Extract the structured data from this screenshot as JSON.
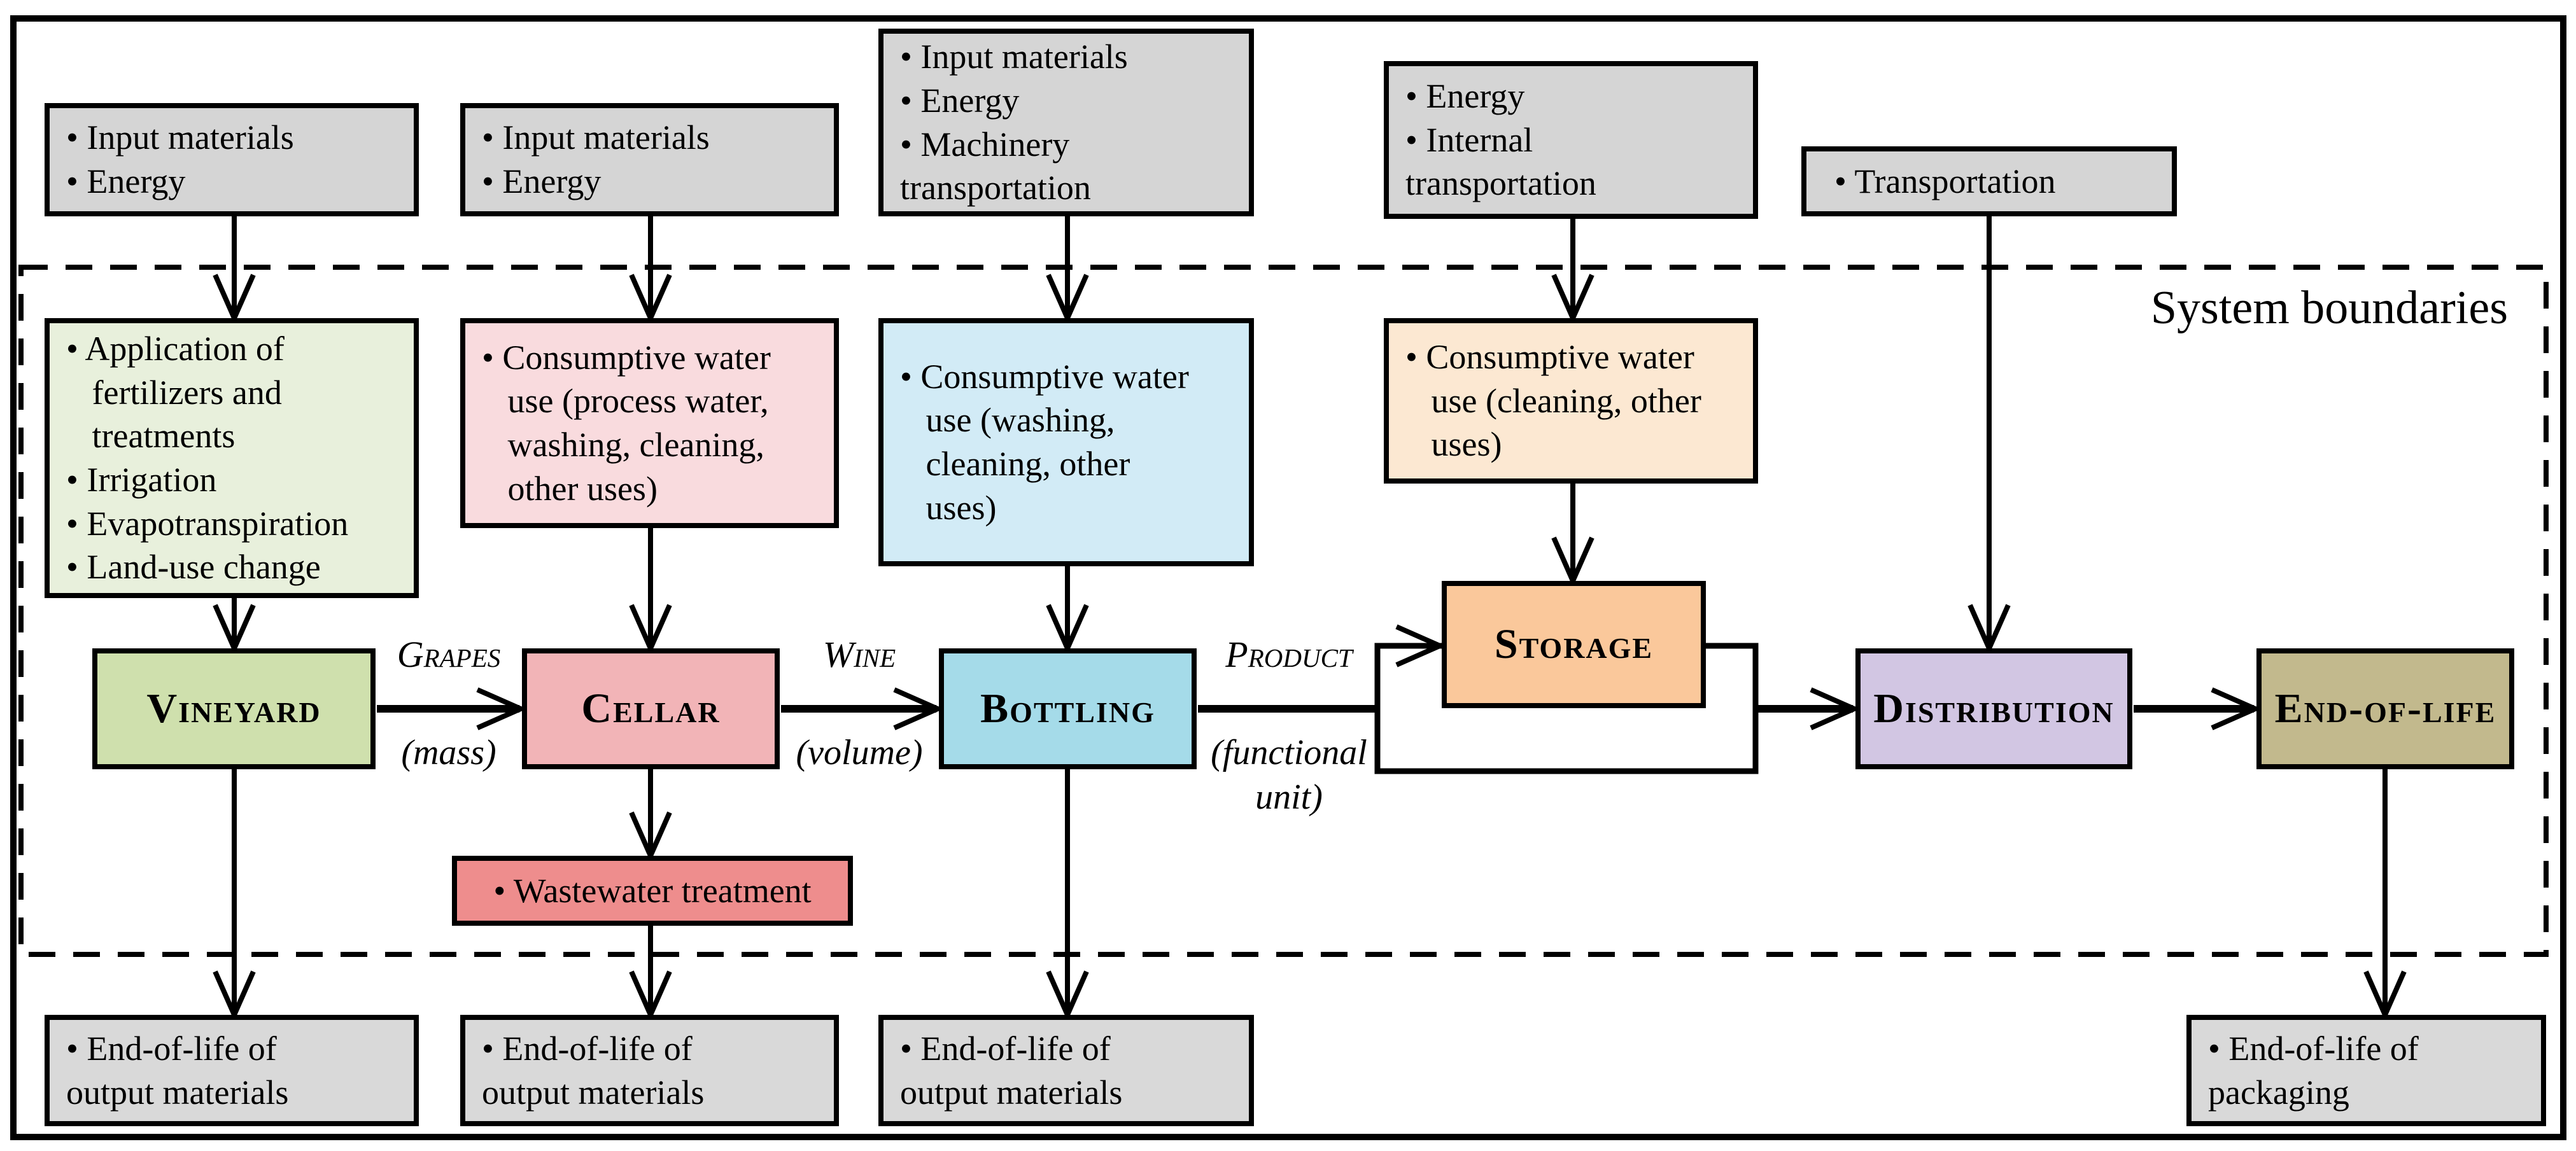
{
  "diagram": {
    "boundary_label": "System boundaries",
    "inputs": {
      "vineyard": "• Input materials\n• Energy",
      "cellar": "• Input materials\n• Energy",
      "bottling": "• Input materials\n• Energy\n• Machinery\ntransportation",
      "storage": "• Energy\n• Internal\ntransportation",
      "distribution": "• Transportation"
    },
    "details": {
      "vineyard": "• Application of\n   fertilizers and\n   treatments\n• Irrigation\n• Evapotranspiration\n• Land-use change",
      "cellar": "• Consumptive water\n   use (process water,\n   washing, cleaning,\n   other uses)",
      "bottling": "• Consumptive water\n   use (washing,\n   cleaning, other\n   uses)",
      "storage": "• Consumptive water\n   use (cleaning, other\n   uses)",
      "wastewater": "• Wastewater treatment"
    },
    "stages": {
      "vineyard": {
        "label": "Vineyard",
        "color": "#cfe0ad"
      },
      "cellar": {
        "label": "Cellar",
        "color": "#f2b4b7"
      },
      "bottling": {
        "label": "Bottling",
        "color": "#a5dbe9"
      },
      "storage": {
        "label": "Storage",
        "color": "#fac89b"
      },
      "distribution": {
        "label": "Distribution",
        "color": "#d2c6e3"
      },
      "end_of_life": {
        "label": "End-of-life",
        "color": "#c2b98d"
      }
    },
    "flow_labels": {
      "grapes": {
        "name": "Grapes",
        "unit": "(mass)"
      },
      "wine": {
        "name": "Wine",
        "unit": "(volume)"
      },
      "product": {
        "name": "Product",
        "unit": "(functional\nunit)"
      }
    },
    "outputs": {
      "vineyard": "• End-of-life of\noutput materials",
      "cellar": "• End-of-life of\noutput materials",
      "bottling": "• End-of-life of\noutput materials",
      "end_of_life": "• End-of-life of\npackaging"
    },
    "colors": {
      "input_box": "#d5d5d5",
      "output_box": "#d9d9d9",
      "vineyard_detail": "#e8f0dc",
      "cellar_detail": "#f9dbde",
      "bottling_detail": "#d2ebf6",
      "storage_detail": "#fce8d2",
      "wastewater": "#ee8d8d",
      "line": "#000000"
    }
  }
}
